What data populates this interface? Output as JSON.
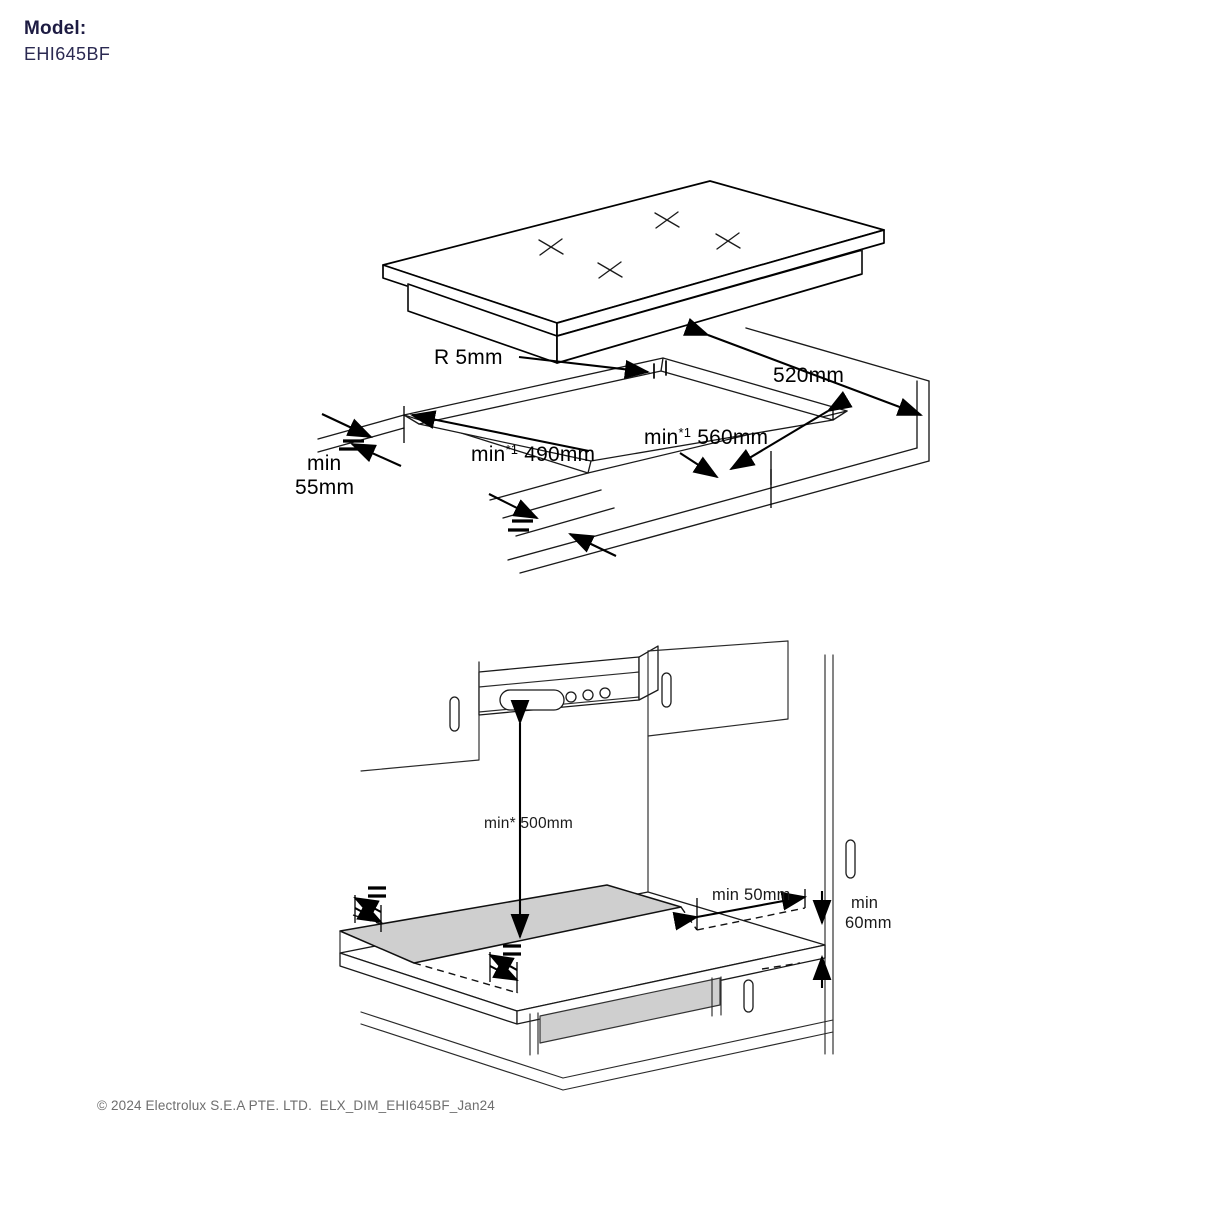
{
  "header": {
    "title_label": "Model:",
    "model_code": "EHI645BF"
  },
  "footer": {
    "text": "© 2024 Electrolux S.E.A PTE. LTD.  ELX_DIM_EHI645BF_Jan24"
  },
  "diagram_top": {
    "name": "cutout-dimensions-exploded-view",
    "labels": {
      "radius": "R 5mm",
      "depth_overall": "520mm",
      "cutout_width": "560mm",
      "cutout_depth": "490mm",
      "min_depth_below": "55mm",
      "min_prefix": "min",
      "min_star_prefix": "min",
      "star_note": "*1",
      "mm_suffix": "mm"
    },
    "composed": {
      "radius": "R 5mm",
      "depth_overall": "520mm",
      "cutout_width": "min*1 560mm",
      "cutout_depth": "min*1 490mm",
      "min_below_line1": "min",
      "min_below_line2": "55mm"
    }
  },
  "diagram_bottom": {
    "name": "installation-clearance-view",
    "labels": {
      "hood_clearance": "min* 500mm",
      "side_clearance": "min 50mm",
      "below_clearance_line1": "min",
      "below_clearance_line2": "60mm"
    }
  },
  "colors": {
    "brand_navy": "#1d1b42",
    "line_black": "#000000",
    "hob_grey": "#cfcfcf",
    "footer_grey": "#6e6e6e",
    "background": "#ffffff"
  }
}
